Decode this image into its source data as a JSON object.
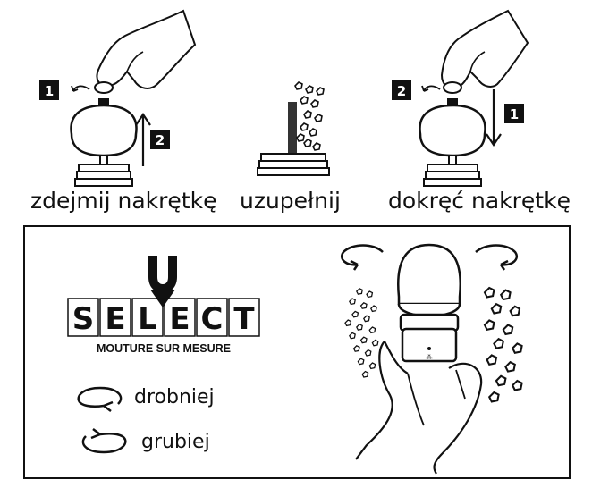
{
  "steps": [
    {
      "caption": "zdejmij nakrętkę",
      "badges": [
        "1",
        "2"
      ]
    },
    {
      "caption": "uzupełnij"
    },
    {
      "caption": "dokręć nakrętkę",
      "badges": [
        "2",
        "1"
      ]
    }
  ],
  "logo": {
    "letters": [
      "S",
      "E",
      "L",
      "E",
      "C",
      "T"
    ],
    "tagline": "MOUTURE SUR MESURE"
  },
  "legend": {
    "finer_label": "drobniej",
    "coarser_label": "grubiej"
  },
  "colors": {
    "ink": "#111111",
    "badge": "#111111",
    "background": "#ffffff"
  }
}
